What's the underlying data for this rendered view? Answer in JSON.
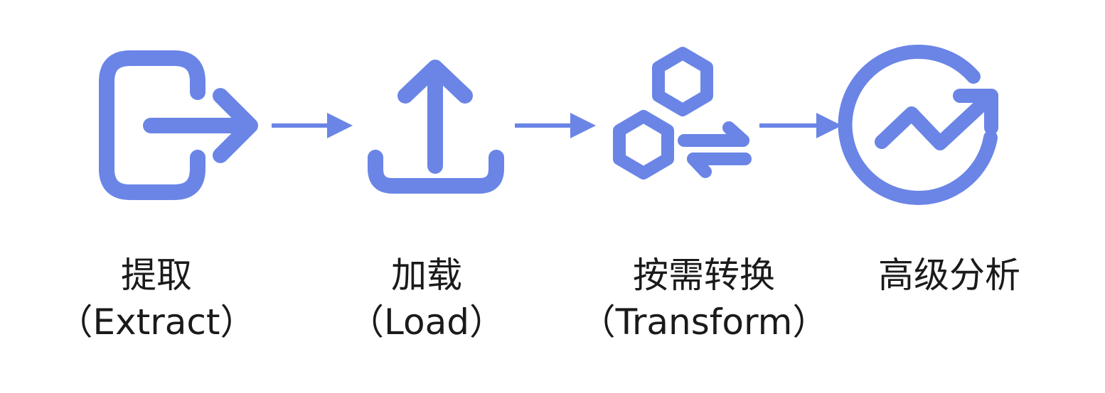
{
  "colors": {
    "accent": "#6A85E6",
    "text": "#1a1a1a",
    "background": "#ffffff"
  },
  "stages": [
    {
      "icon": "exit-arrow-icon",
      "title": "提取",
      "subtitle": "（Extract）"
    },
    {
      "icon": "upload-icon",
      "title": "加载",
      "subtitle": "（Load）"
    },
    {
      "icon": "hexagon-swap-icon",
      "title": "按需转换",
      "subtitle": "（Transform）"
    },
    {
      "icon": "trend-circle-icon",
      "title": "高级分析",
      "subtitle": ""
    }
  ],
  "connectors": [
    {
      "from": "提取",
      "to": "加载"
    },
    {
      "from": "加载",
      "to": "按需转换"
    },
    {
      "from": "按需转换",
      "to": "高级分析"
    }
  ]
}
